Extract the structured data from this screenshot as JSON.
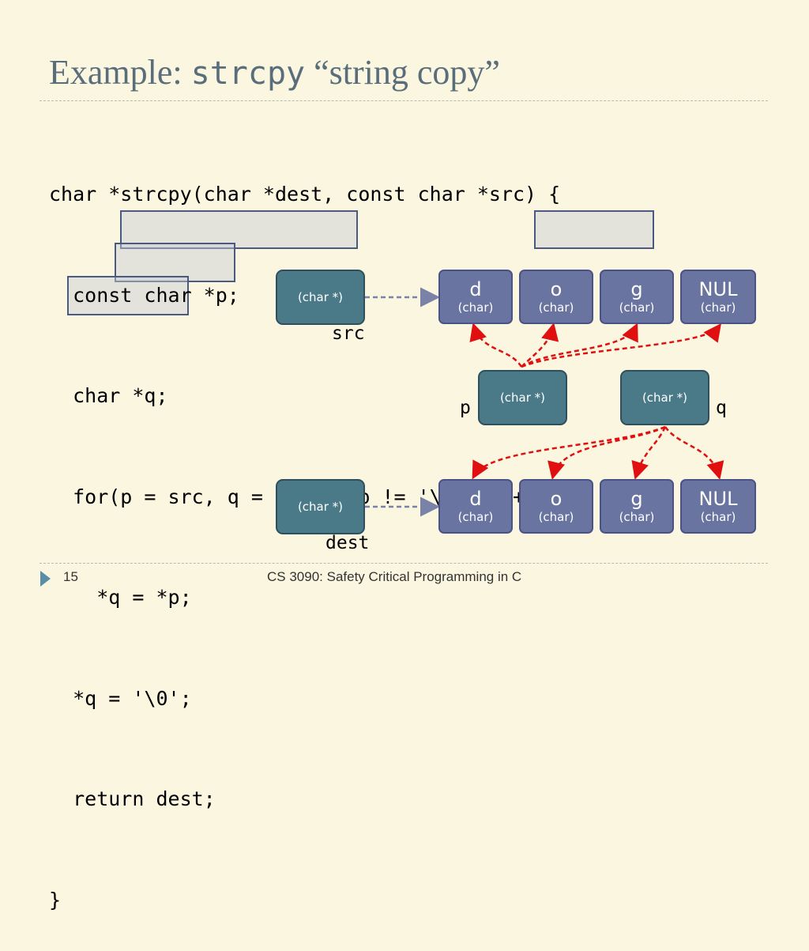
{
  "slide": {
    "title_prefix": "Example: ",
    "title_code": "strcpy",
    "title_suffix": " “string copy”",
    "code_lines": [
      "char *strcpy(char *dest, const char *src) {",
      "  const char *p;",
      "  char *q;",
      "  for(p = src, q = dest; *p != '\\0'; p++, q++)",
      "    *q = *p;",
      "  *q = '\\0';",
      "  return dest;",
      "}"
    ],
    "footer": {
      "page_number": "15",
      "course": "CS 3090: Safety Critical Programming in C"
    }
  },
  "diagram": {
    "pointer_type": "(char *)",
    "labels": {
      "src": "src",
      "dest": "dest",
      "p": "p",
      "q": "q"
    },
    "src_array": [
      {
        "char": "d",
        "type": "(char)"
      },
      {
        "char": "o",
        "type": "(char)"
      },
      {
        "char": "g",
        "type": "(char)"
      },
      {
        "char": "NUL",
        "type": "(char)"
      }
    ],
    "dest_array": [
      {
        "char": "d",
        "type": "(char)"
      },
      {
        "char": "o",
        "type": "(char)"
      },
      {
        "char": "g",
        "type": "(char)"
      },
      {
        "char": "NUL",
        "type": "(char)"
      }
    ],
    "colors": {
      "background": "#faf6df",
      "pointer_box": "#4a7a88",
      "char_cell": "#6a74a0",
      "pointer_arrow": "#7a82a8",
      "iteration_arrow": "#e01010",
      "highlight_border": "#4a5a80"
    }
  }
}
